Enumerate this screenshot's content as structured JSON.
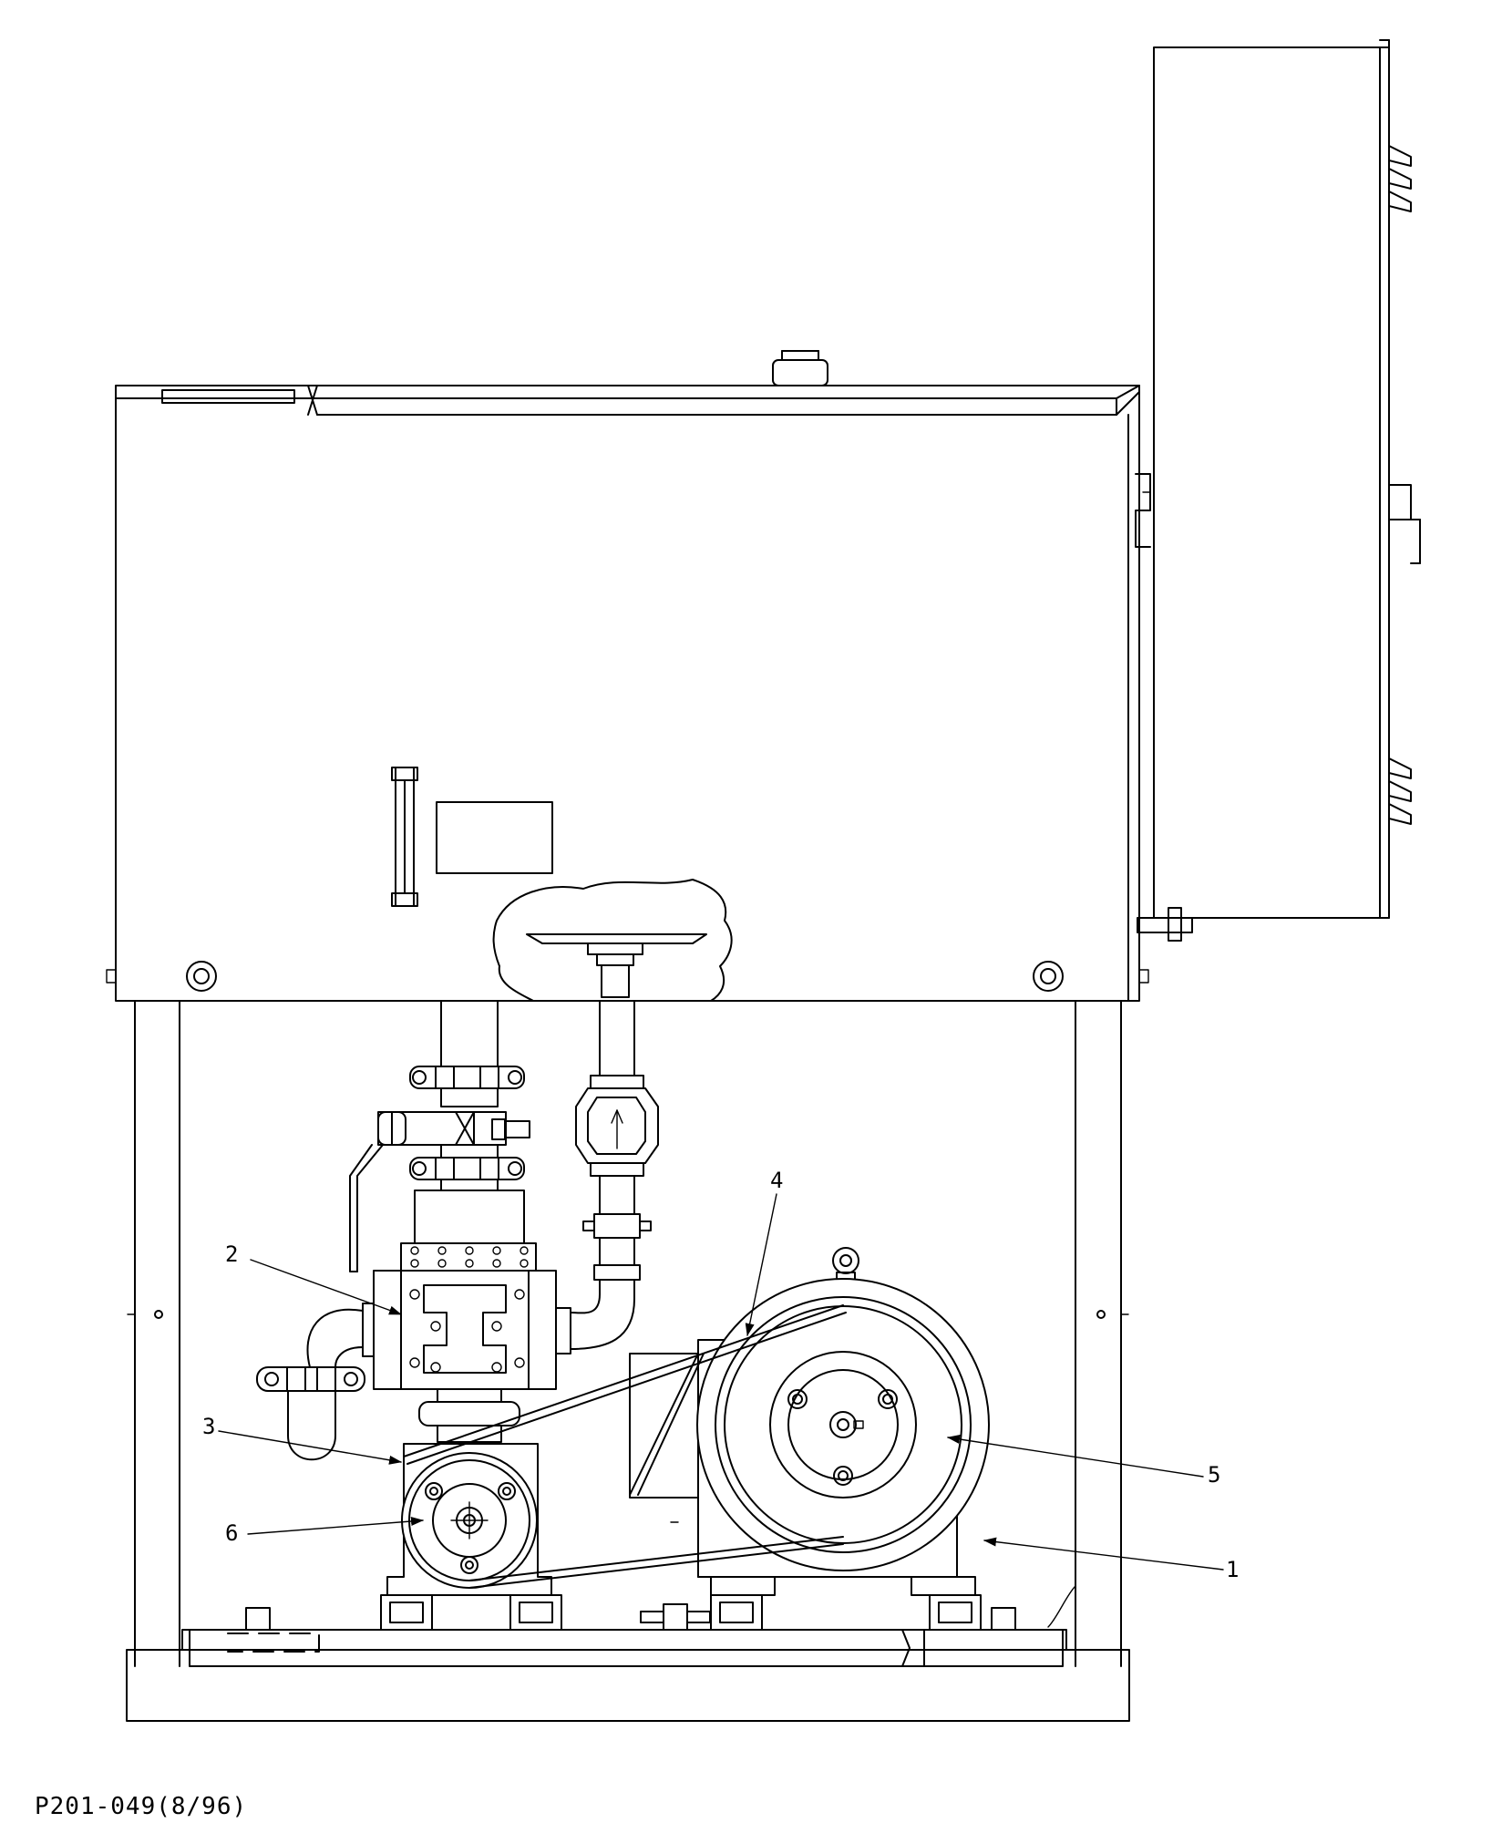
{
  "drawing": {
    "code": "P201-049(8/96)",
    "callouts": [
      {
        "id": "1",
        "label": "1"
      },
      {
        "id": "2",
        "label": "2"
      },
      {
        "id": "3",
        "label": "3"
      },
      {
        "id": "4",
        "label": "4"
      },
      {
        "id": "5",
        "label": "5"
      },
      {
        "id": "6",
        "label": "6"
      }
    ]
  }
}
